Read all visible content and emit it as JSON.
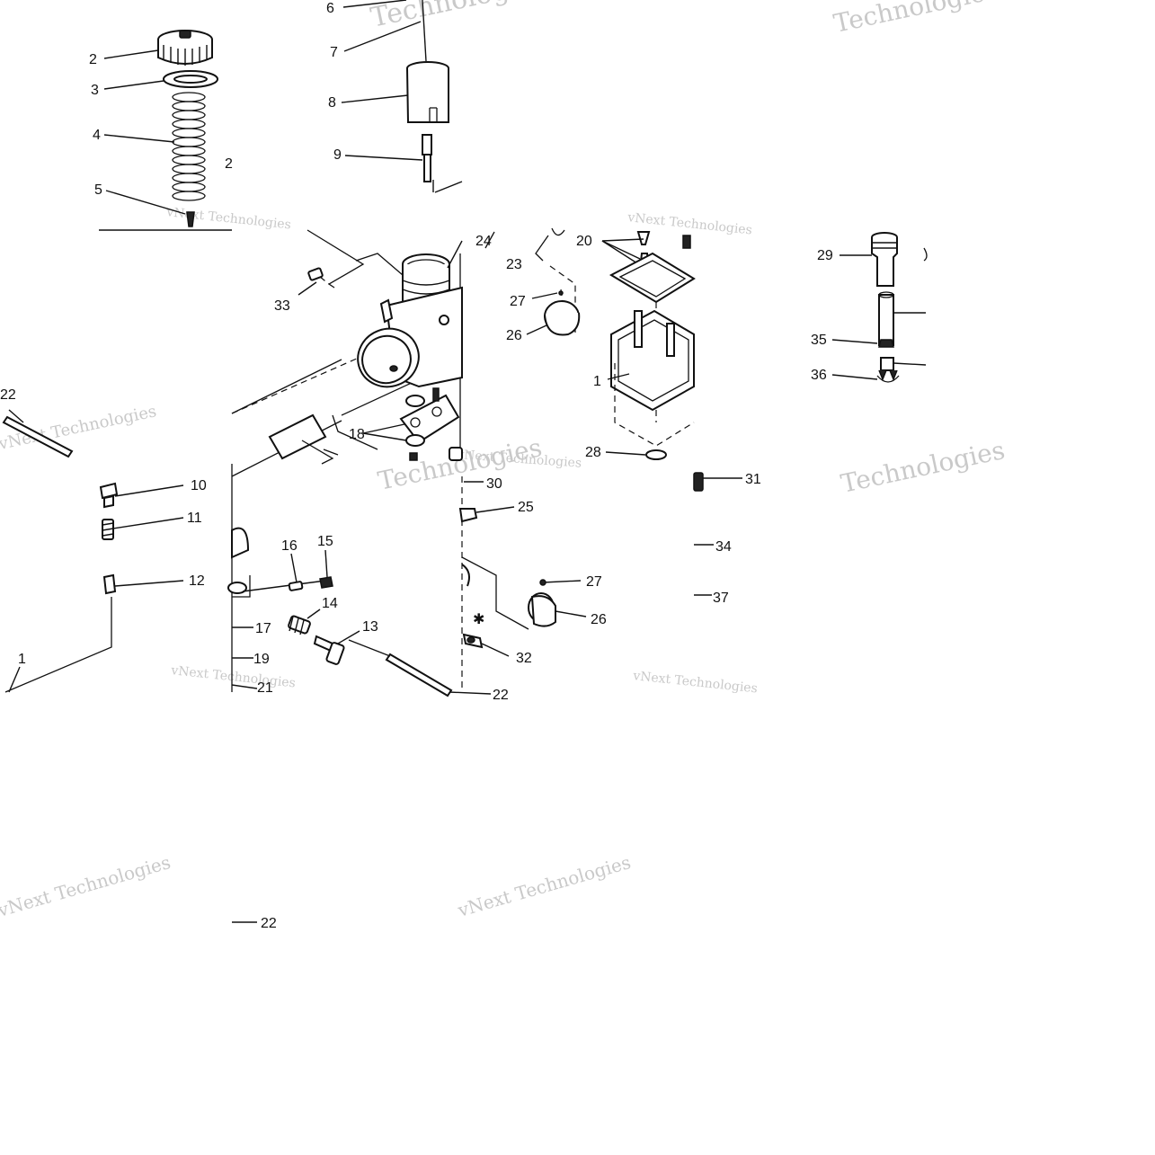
{
  "callouts": [
    {
      "id": "c6",
      "text": "6"
    },
    {
      "id": "c7",
      "text": "7"
    },
    {
      "id": "c8",
      "text": "8"
    },
    {
      "id": "c9",
      "text": "9"
    },
    {
      "id": "c2",
      "text": "2"
    },
    {
      "id": "c3",
      "text": "3"
    },
    {
      "id": "c4",
      "text": "4"
    },
    {
      "id": "c5",
      "text": "5"
    },
    {
      "id": "c24",
      "text": "24"
    },
    {
      "id": "c23",
      "text": "23"
    },
    {
      "id": "c20",
      "text": "20"
    },
    {
      "id": "c27a",
      "text": "27"
    },
    {
      "id": "c26a",
      "text": "26"
    },
    {
      "id": "c1a",
      "text": "1"
    },
    {
      "id": "c28",
      "text": "28"
    },
    {
      "id": "c31",
      "text": "31"
    },
    {
      "id": "c29",
      "text": "29"
    },
    {
      "id": "c35",
      "text": "35"
    },
    {
      "id": "c36",
      "text": "36"
    },
    {
      "id": "c33",
      "text": "33"
    },
    {
      "id": "c18",
      "text": "18"
    },
    {
      "id": "c30",
      "text": "30"
    },
    {
      "id": "c25",
      "text": "25"
    },
    {
      "id": "c22a",
      "text": "22"
    },
    {
      "id": "c10",
      "text": "10"
    },
    {
      "id": "c11",
      "text": "11"
    },
    {
      "id": "c12",
      "text": "12"
    },
    {
      "id": "c1b",
      "text": "1"
    },
    {
      "id": "c16",
      "text": "16"
    },
    {
      "id": "c15",
      "text": "15"
    },
    {
      "id": "c14",
      "text": "14"
    },
    {
      "id": "c13",
      "text": "13"
    },
    {
      "id": "c17",
      "text": "17"
    },
    {
      "id": "c19",
      "text": "19"
    },
    {
      "id": "c21",
      "text": "21"
    },
    {
      "id": "c22b",
      "text": "22"
    },
    {
      "id": "c27b",
      "text": "27"
    },
    {
      "id": "c26b",
      "text": "26"
    },
    {
      "id": "c32",
      "text": "32"
    },
    {
      "id": "c34",
      "text": "34"
    },
    {
      "id": "c37",
      "text": "37"
    },
    {
      "id": "c22c",
      "text": "22"
    },
    {
      "id": "c2b",
      "text": "2"
    }
  ],
  "watermarks": [
    {
      "id": "w1",
      "text": "Technologies"
    },
    {
      "id": "w2",
      "text": "Technologies"
    },
    {
      "id": "w3",
      "text": "vNext Technologies"
    },
    {
      "id": "w4",
      "text": "vNext Technologies"
    },
    {
      "id": "w5",
      "text": "vNext Technologies"
    },
    {
      "id": "w6",
      "text": "Technologies"
    },
    {
      "id": "w7",
      "text": "vNext Technologies"
    },
    {
      "id": "w8",
      "text": "vNext Technologies"
    },
    {
      "id": "w9",
      "text": "vNext Technologies"
    },
    {
      "id": "w10",
      "text": "Technologies"
    },
    {
      "id": "w11",
      "text": "vNext Technologies"
    },
    {
      "id": "w12",
      "text": "vNext Technologies"
    }
  ],
  "colors": {
    "ink": "#111111",
    "watermark": "#c9c9c9",
    "background": "#ffffff"
  }
}
